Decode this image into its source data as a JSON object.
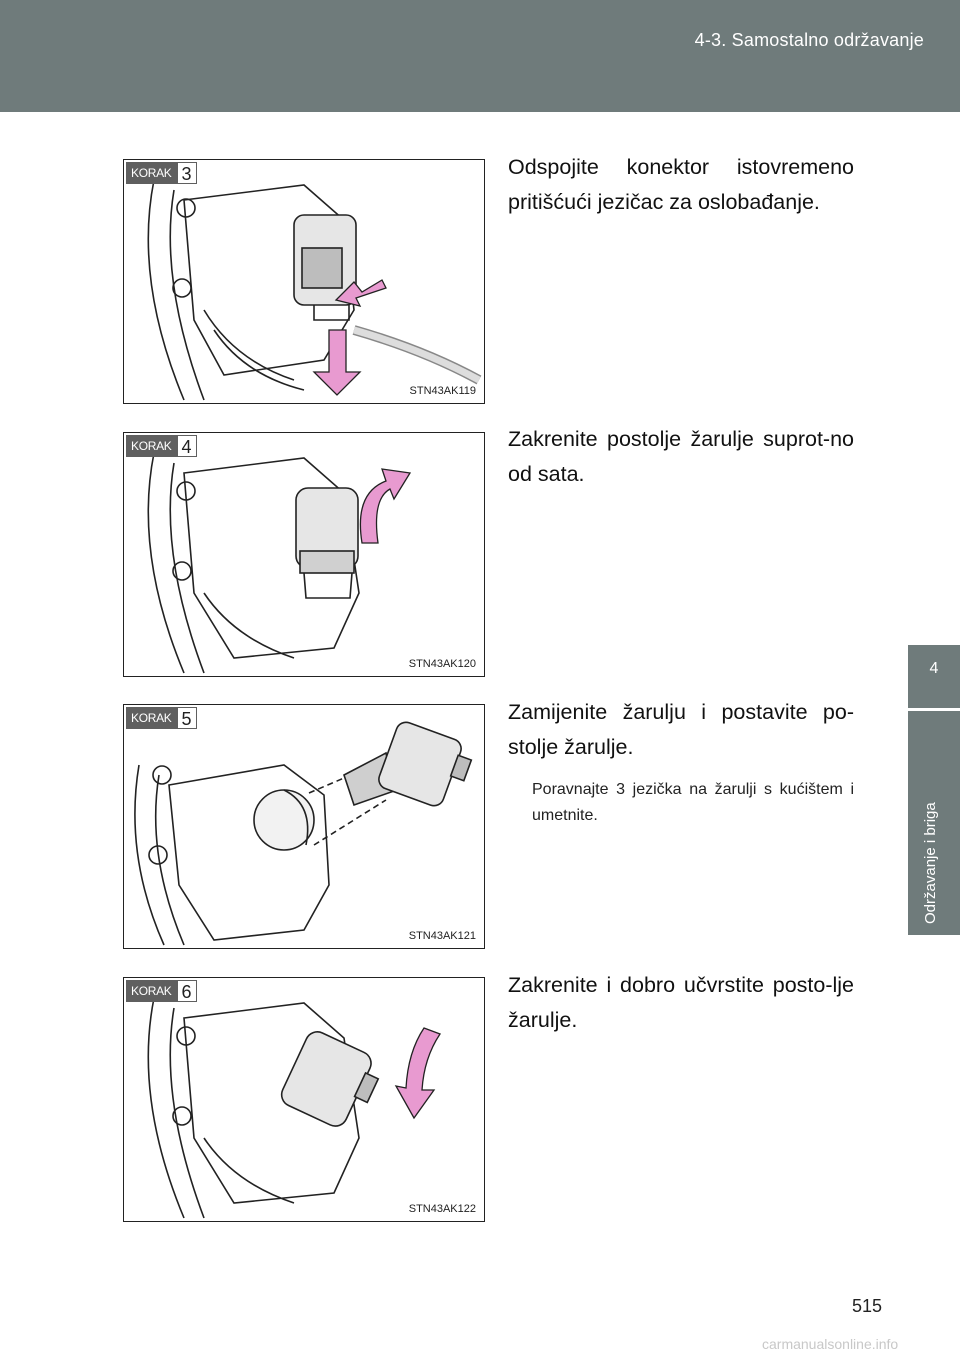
{
  "header": {
    "section_title": "4-3. Samostalno održavanje"
  },
  "side_tab": {
    "chapter_number": "4",
    "chapter_title": "Održavanje i briga"
  },
  "steps": [
    {
      "badge_word": "KORAK",
      "badge_number": "3",
      "figure_code": "STN43AK119",
      "text": "Odspojite konektor istovremeno pritišćući jezičac za oslobađanje."
    },
    {
      "badge_word": "KORAK",
      "badge_number": "4",
      "figure_code": "STN43AK120",
      "text": "Zakrenite postolje žarulje suprot-no od sata."
    },
    {
      "badge_word": "KORAK",
      "badge_number": "5",
      "figure_code": "STN43AK121",
      "text": "Zamijenite žarulju i postavite po-stolje žarulje.",
      "note": "Poravnajte 3 jezička na žarulji s kućištem i umetnite."
    },
    {
      "badge_word": "KORAK",
      "badge_number": "6",
      "figure_code": "STN43AK122",
      "text": "Zakrenite i dobro učvrstite posto-lje žarulje."
    }
  ],
  "page_number": "515",
  "watermark": "carmanualsonline.info",
  "colors": {
    "header": "#6f7b7b",
    "arrow": "#e89ad0",
    "badge": "#5f5f5f"
  },
  "icons": [
    "arrow-down-icon",
    "arrow-push-icon",
    "arrow-rotate-ccw-icon",
    "arrow-rotate-cw-icon"
  ]
}
